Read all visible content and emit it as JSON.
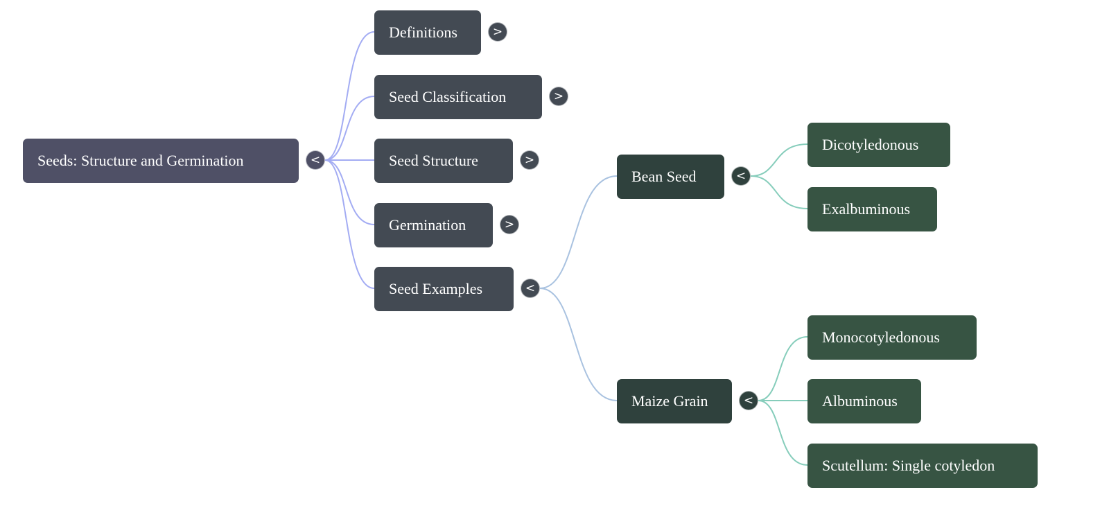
{
  "title": "Seeds: Structure and Germination mind map",
  "colors": {
    "root_node": "#4f5066",
    "level1_node": "#434a53",
    "level2_node": "#2f413d",
    "level3_node": "#375443",
    "edge_root": "#a3acf3",
    "edge_level1": "#a9c2e0",
    "edge_level2": "#86cdbb"
  },
  "root": {
    "label": "Seeds: Structure and Germination",
    "toggle": "<",
    "state": "expanded"
  },
  "branches": [
    {
      "label": "Definitions",
      "toggle": ">",
      "state": "collapsed"
    },
    {
      "label": "Seed Classification",
      "toggle": ">",
      "state": "collapsed"
    },
    {
      "label": "Seed Structure",
      "toggle": ">",
      "state": "collapsed"
    },
    {
      "label": "Germination",
      "toggle": ">",
      "state": "collapsed"
    },
    {
      "label": "Seed Examples",
      "toggle": "<",
      "state": "expanded",
      "children": [
        {
          "label": "Bean Seed",
          "toggle": "<",
          "state": "expanded",
          "children": [
            {
              "label": "Dicotyledonous"
            },
            {
              "label": "Exalbuminous"
            }
          ]
        },
        {
          "label": "Maize Grain",
          "toggle": "<",
          "state": "expanded",
          "children": [
            {
              "label": "Monocotyledonous"
            },
            {
              "label": "Albuminous"
            },
            {
              "label": "Scutellum: Single cotyledon"
            }
          ]
        }
      ]
    }
  ]
}
